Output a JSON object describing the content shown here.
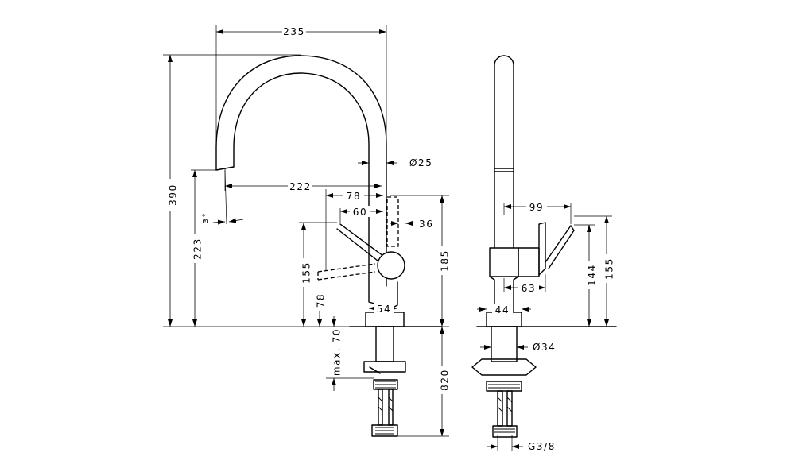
{
  "front_view": {
    "dims": {
      "reach_total": "235",
      "spout_diameter": "Ø25",
      "reach_outlet": "222",
      "lever_reach": "78",
      "lever_clearance": "60",
      "lever_offset": "36",
      "spout_angle": "3°",
      "height_total": "390",
      "height_outlet": "223",
      "lever_height": "155",
      "lever_low": "78",
      "body_height": "185",
      "base_diameter": "54",
      "max_deck": "max. 70",
      "hose_length": "820"
    }
  },
  "side_view": {
    "dims": {
      "lever_reach": "99",
      "lever_height_a": "144",
      "lever_height_b": "155",
      "lever_depth": "63",
      "base_width": "44",
      "shank_diameter": "Ø34",
      "thread": "G3/8"
    }
  }
}
